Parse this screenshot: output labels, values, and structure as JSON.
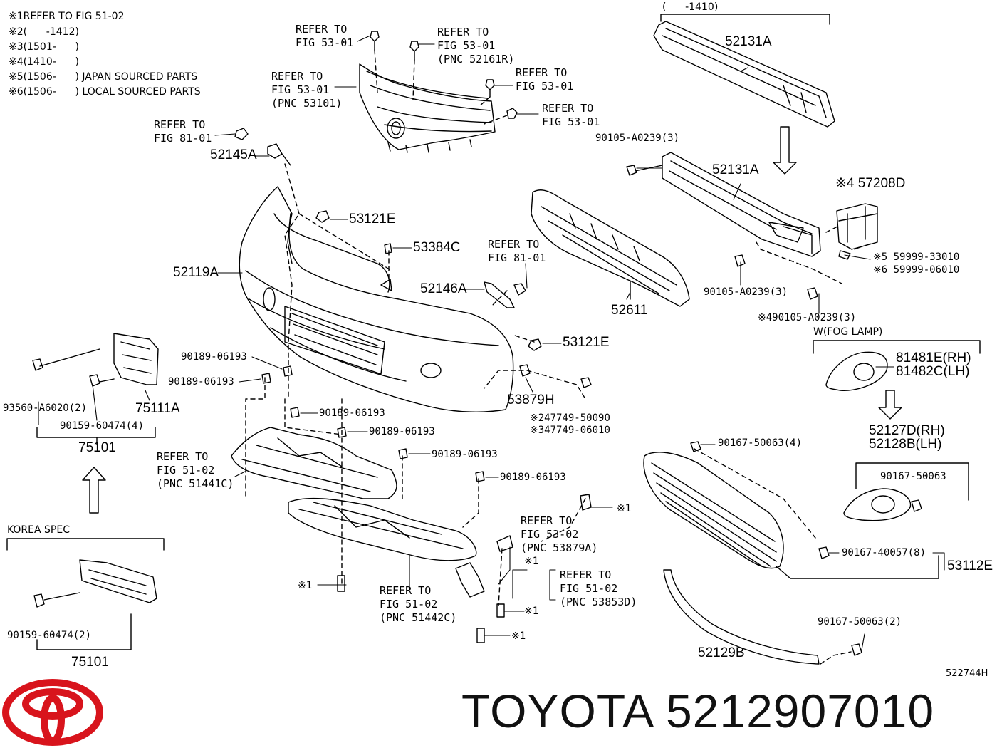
{
  "notes": [
    {
      "mark": "※1",
      "text": "REFER TO FIG 51-02"
    },
    {
      "mark": "※2",
      "text": "(      -1412)"
    },
    {
      "mark": "※3",
      "text": "(1501-      )"
    },
    {
      "mark": "※4",
      "text": "(1410-      )"
    },
    {
      "mark": "※5",
      "text": "(1506-      ) JAPAN SOURCED PARTS"
    },
    {
      "mark": "※6",
      "text": "(1506-      ) LOCAL SOURCED PARTS"
    }
  ],
  "refs": {
    "r1": "REFER TO\nFIG 53-01",
    "r2": "REFER TO\nFIG 53-01\n(PNC 52161R)",
    "r3": "REFER TO\nFIG 53-01\n(PNC 53101)",
    "r4": "REFER TO\nFIG 53-01",
    "r5": "REFER TO\nFIG 53-01",
    "r6": "REFER TO\nFIG 81-01",
    "r7": "REFER TO\nFIG 81-01",
    "r8": "REFER TO\nFIG 51-02\n(PNC 51441C)",
    "r9": "REFER TO\nFIG 53-02\n(PNC 53879A)",
    "r10": "REFER TO\nFIG 51-02\n(PNC 53853D)",
    "r11": "REFER TO\nFIG 51-02\n(PNC 51442C)"
  },
  "parts": {
    "p52145A": "52145A",
    "p53121E_a": "53121E",
    "p53384C": "53384C",
    "p52119A": "52119A",
    "p52146A": "52146A",
    "p53121E_b": "53121E",
    "p53879H": "53879H",
    "p52131A_top": "52131A",
    "p52131A_mid": "52131A",
    "p57208D": "※4 57208D",
    "p52611": "52611",
    "p75111A": "75111A",
    "p75101_a": "75101",
    "p75101_b": "75101",
    "p81481E": "81481E(RH)",
    "p81482C": "81482C(LH)",
    "p52127D": "52127D(RH)",
    "p52128B": "52128B(LH)",
    "p53112E": "53112E",
    "p52129B": "52129B"
  },
  "bolts": {
    "b1": "90105-A0239(3)",
    "b2": "90105-A0239(3)",
    "b3": "※490105-A0239(3)",
    "b4": "※5 59999-33010",
    "b5": "※6 59999-06010",
    "b6": "90189-06193",
    "b7": "90189-06193",
    "b8": "90189-06193",
    "b9": "90189-06193",
    "b10": "90189-06193",
    "b11": "90189-06193",
    "b12": "93560-A6020(2)",
    "b13": "90159-60474(4)",
    "b14": "90159-60474(2)",
    "b15": "※247749-50090",
    "b16": "※347749-06010",
    "b17": "90167-50063(4)",
    "b18": "90167-50063",
    "b19": "90167-40057(8)",
    "b20": "90167-50063(2)"
  },
  "marks": {
    "m1": "※1",
    "m2": "※1",
    "m3": "※1",
    "m4": "※1",
    "m5": "※1"
  },
  "labels": {
    "date_range": "(      -1410)",
    "fog_lamp": "W(FOG LAMP)",
    "korea_spec": "KOREA SPEC"
  },
  "drawing_number": "522744H",
  "brand_name": "TOYOTA",
  "part_number": "5212907010",
  "colors": {
    "logo_red": "#d8141c",
    "line": "#000000",
    "text": "#111111"
  }
}
